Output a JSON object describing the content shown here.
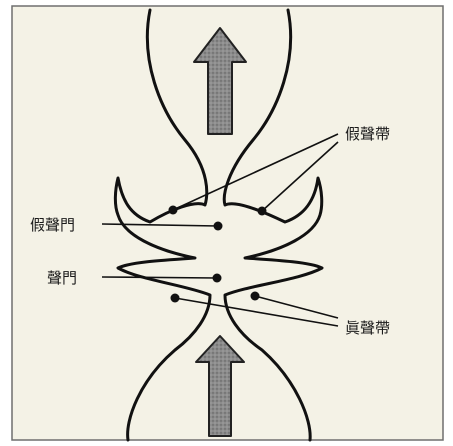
{
  "labels": {
    "false_vocal_folds": "假聲帶",
    "false_glottis": "假聲門",
    "glottis": "聲門",
    "true_vocal_folds": "眞聲帶"
  },
  "colors": {
    "paper": "#f4f2e6",
    "frame": "#6e6e6e",
    "ink": "#111111",
    "arrow_fill": "#8a8a8a",
    "arrow_stroke": "#222222"
  },
  "icons": {
    "upper_arrow": "airflow-up-arrow-icon",
    "lower_arrow": "airflow-up-arrow-icon"
  }
}
